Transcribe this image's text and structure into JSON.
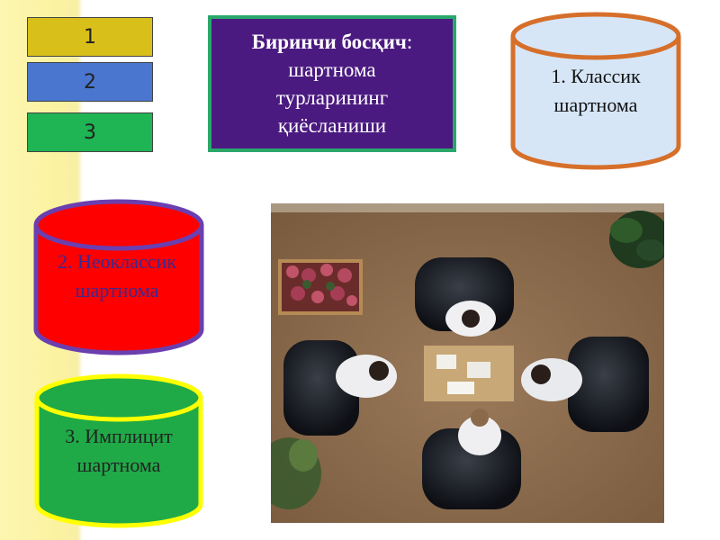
{
  "legend": [
    {
      "label": "1",
      "color": "#d9bf1a"
    },
    {
      "label": "2",
      "color": "#4a76d0"
    },
    {
      "label": "3",
      "color": "#1fb454"
    }
  ],
  "title": {
    "bold_part": "Биринчи босқич",
    "colon": ":",
    "lines": [
      "шартнома",
      "турларининг",
      "қиёсланиши"
    ],
    "bg_color": "#4b1a80",
    "border_color": "#2aa86b"
  },
  "cylinders": [
    {
      "line1": "1. Классик",
      "line2": "шартнома",
      "fill": "#d6e6f7",
      "stroke": "#d66f2a",
      "text_color": "#111111"
    },
    {
      "line1": "2. Неоклассик",
      "line2": "шартнома",
      "fill": "#ff0000",
      "stroke": "#6a3fb0",
      "text_color": "#3a2a90"
    },
    {
      "line1": "3. Имплицит",
      "line2": "шартнома",
      "fill": "#1faa47",
      "stroke": "#ffff00",
      "text_color": "#222222"
    }
  ],
  "photo": {
    "description_icon": "meeting-photo"
  }
}
